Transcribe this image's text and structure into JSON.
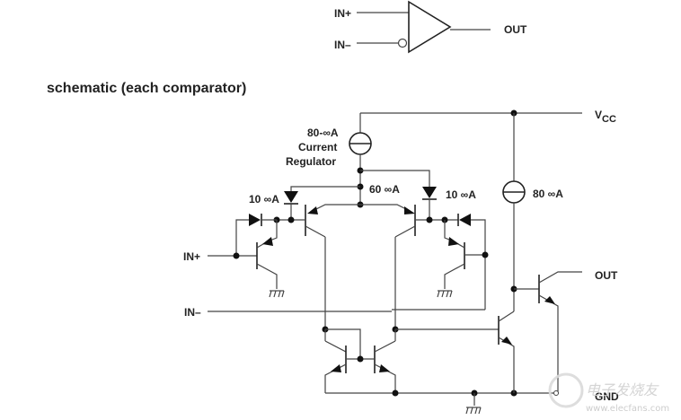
{
  "symbol": {
    "input_plus": "IN+",
    "input_minus": "IN–",
    "output": "OUT"
  },
  "schematic": {
    "title": "schematic (each comparator)",
    "vcc_label": "V",
    "vcc_sub": "CC",
    "regulator_current": "80-∞A",
    "regulator_name_1": "Current",
    "regulator_name_2": "Regulator",
    "left_diode_current": "10 ∞A",
    "tail_current": "60 ∞A",
    "right_diode_current": "10 ∞A",
    "output_source_current": "80 ∞A",
    "in_plus": "IN+",
    "in_minus": "IN–",
    "out": "OUT",
    "gnd": "GND"
  },
  "watermark": {
    "chinese": "电子发烧友",
    "url": "www.elecfans.com"
  }
}
